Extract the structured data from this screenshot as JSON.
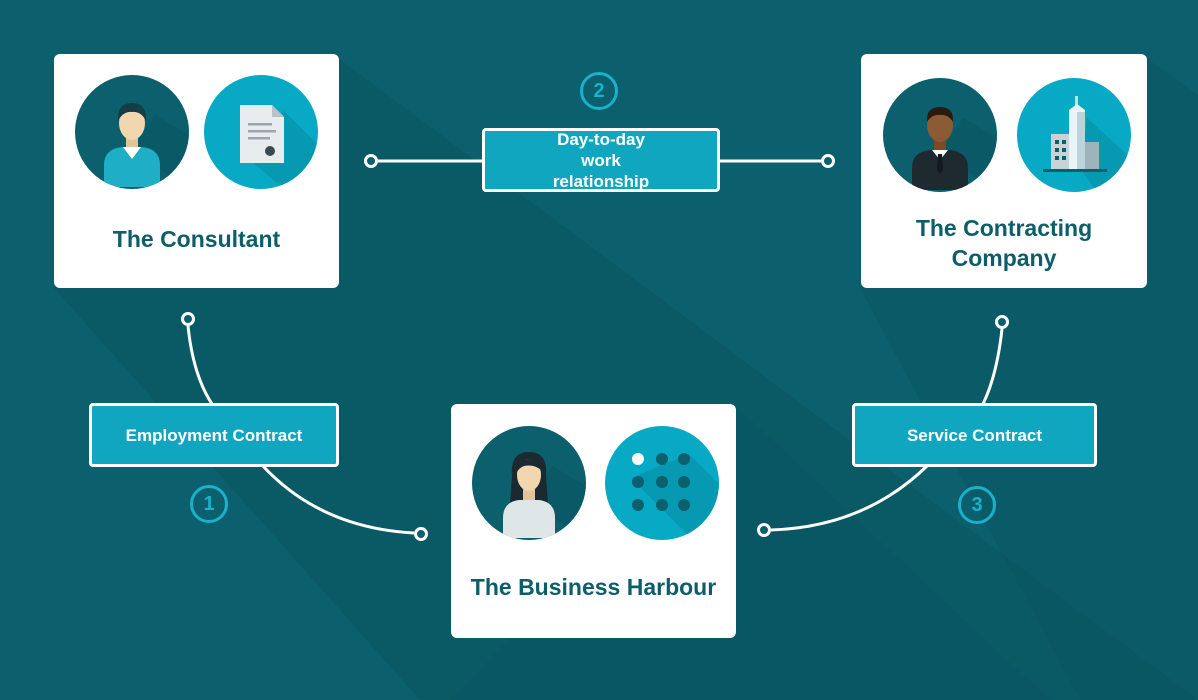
{
  "colors": {
    "background": "#0c5f6c",
    "shadow": "#0a5562",
    "accent": "#11a6bf",
    "number_ring": "#19b1cb",
    "card": "#ffffff",
    "title_text": "#0d5e6b"
  },
  "entities": {
    "consultant": {
      "title": "The Consultant",
      "icons": [
        "man-avatar-icon",
        "document-certificate-icon"
      ]
    },
    "company": {
      "title": "The Contracting Company",
      "icons": [
        "businessman-avatar-icon",
        "office-building-icon"
      ]
    },
    "harbour": {
      "title": "The Business Harbour",
      "icons": [
        "woman-avatar-icon",
        "dot-grid-logo-icon"
      ]
    }
  },
  "relationships": [
    {
      "number": "2",
      "label": "Day-to-day work relationship",
      "from": "consultant",
      "to": "company"
    },
    {
      "number": "1",
      "label": "Employment Contract",
      "from": "consultant",
      "to": "harbour"
    },
    {
      "number": "3",
      "label": "Service Contract",
      "from": "company",
      "to": "harbour"
    }
  ]
}
